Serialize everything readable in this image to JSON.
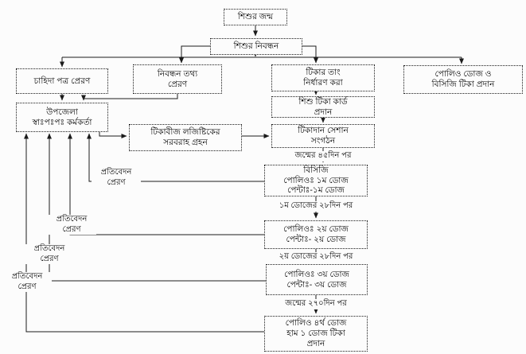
{
  "colors": {
    "background": "#fcfcfc",
    "box_border": "#1b1b1b",
    "text": "#000000",
    "connector": "#1b1b1b"
  },
  "diagram": {
    "nodes": {
      "birth": {
        "lines": [
          "শিশুর জন্ম"
        ]
      },
      "registration": {
        "lines": [
          "শিশুর নিবন্ধন"
        ]
      },
      "demand_letter": {
        "lines": [
          "চাহিদা পত্র প্রেরণ"
        ]
      },
      "registration_info": {
        "lines": [
          "নিবন্ধন তথ্য",
          "প্রেরণ"
        ]
      },
      "vaccination_date": {
        "lines": [
          "টিকার তাং",
          "নির্ধারণ করা"
        ]
      },
      "polio_bcg_dose": {
        "lines": [
          "পোলিও  ডোজ ও",
          "বিসিজি টিকা প্রদান"
        ]
      },
      "upazila_officer": {
        "lines": [
          "উপজেলা",
          "স্বাঃপঃপঃ কর্মকর্তা"
        ]
      },
      "vaccine_card": {
        "lines": [
          "শিশু টিকা কার্ড",
          "প্রদান"
        ]
      },
      "logistics_supply": {
        "lines": [
          "টিকাবীজ লজিষ্টিকের",
          "সরবরাহ গ্রহন"
        ]
      },
      "session_organize": {
        "lines": [
          "টিকাদান সেশান",
          "সংগঠন"
        ]
      },
      "dose1": {
        "lines": [
          "বিসিজি",
          "পোলিওঃ ১ম ডোজ",
          "পেন্টাঃ-১ম ডোজ"
        ]
      },
      "dose2": {
        "lines": [
          "পোলিওঃ ২য় ডোজ",
          "পেন্টাঃ- ২য় ডোজ"
        ]
      },
      "dose3": {
        "lines": [
          "পোলিওঃ ৩য় ডোজ",
          "পেন্টাঃ- ৩য় ডোজ"
        ]
      },
      "dose4": {
        "lines": [
          "পোলিও ৪র্থ ডোজ",
          "হাম ১ ডোজ টিকা",
          "প্রদান"
        ]
      }
    },
    "edge_labels": {
      "after_birth_45_days": "জন্মের ৪৫দিন পর",
      "after_dose1_28_days": "১ম ডোজের ২৮দিন পর",
      "after_dose2_28_days": "২য় ডোজের ২৮দিন পর",
      "after_birth_270_days": "জন্মের ২৭০দিন পর",
      "report_send_1": {
        "lines": [
          "প্রতিবেদন",
          "প্রেরণ"
        ]
      },
      "report_send_2": {
        "lines": [
          "প্রতিবেদন",
          "প্রেরণ"
        ]
      },
      "report_send_3": {
        "lines": [
          "প্রতিবেদন",
          "প্রেরণ"
        ]
      },
      "report_send_4": {
        "lines": [
          "প্রতিবেদন",
          "প্রেরণ"
        ]
      }
    }
  }
}
